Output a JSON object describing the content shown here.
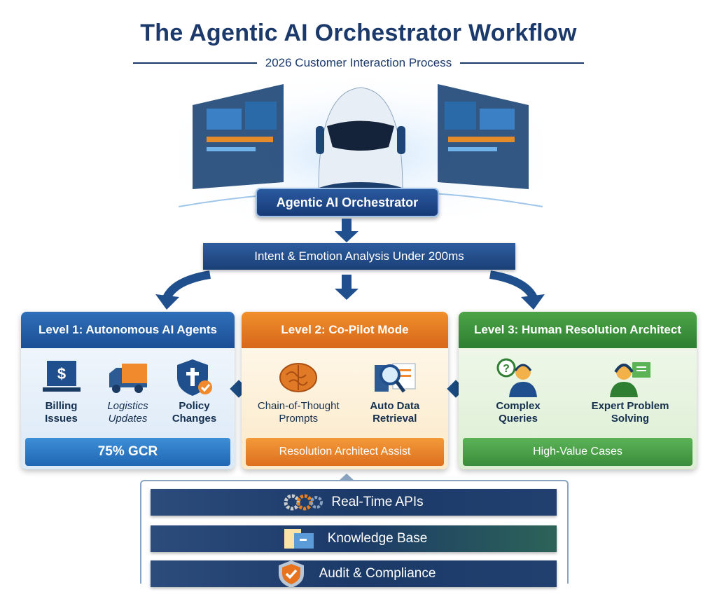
{
  "title": "The Agentic AI Orchestrator Workflow",
  "subtitle": "2026 Customer Interaction Process",
  "orchestrator_label": "Agentic AI Orchestrator",
  "analysis_label": "Intent & Emotion Analysis Under 200ms",
  "levels": [
    {
      "title": "Level 1: Autonomous AI Agents",
      "items": [
        {
          "label": "Billing Issues",
          "icon": "dollar-laptop-icon"
        },
        {
          "label": "Logistics Updates",
          "icon": "truck-icon"
        },
        {
          "label": "Policy Changes",
          "icon": "shield-check-icon"
        }
      ],
      "footer": "75% GCR",
      "color": "#1f5a9e"
    },
    {
      "title": "Level 2: Co-Pilot Mode",
      "items": [
        {
          "label": "Chain-of-Thought Prompts",
          "icon": "brain-icon"
        },
        {
          "label": "Auto Data Retrieval",
          "icon": "magnifier-document-icon"
        }
      ],
      "footer": "Resolution Architect Assist",
      "color": "#e27a22"
    },
    {
      "title": "Level 3: Human Resolution Architect",
      "items": [
        {
          "label": "Complex Queries",
          "icon": "agent-question-icon"
        },
        {
          "label": "Expert Problem Solving",
          "icon": "agent-headset-icon"
        }
      ],
      "footer": "High-Value Cases",
      "color": "#3a8f3a"
    }
  ],
  "layers": [
    {
      "label": "Real-Time APIs",
      "icon": "gears-icon"
    },
    {
      "label": "Knowledge Base",
      "icon": "folders-icon"
    },
    {
      "label": "Audit & Compliance",
      "icon": "shield-check-icon"
    }
  ]
}
